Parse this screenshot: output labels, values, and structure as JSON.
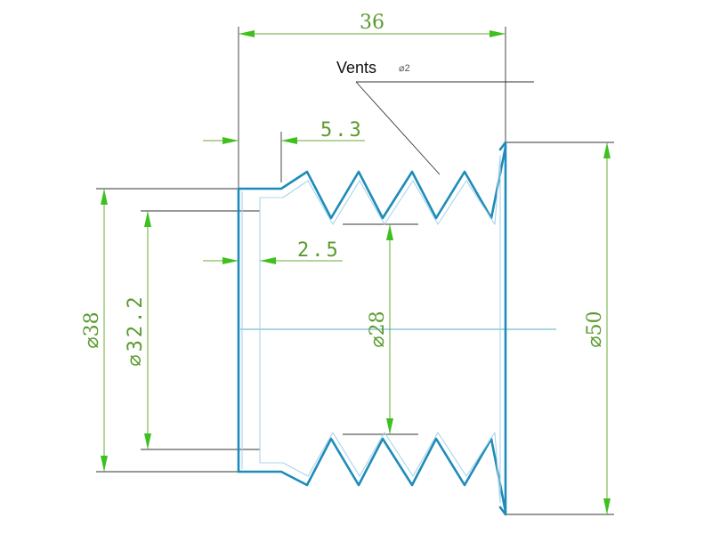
{
  "drawing": {
    "accent_color": "#5a9a2e",
    "part_color": "#1e8bb8",
    "dimensions": {
      "overall_length": "36",
      "flange_offset": "5.3",
      "wall_thickness": "2.5",
      "outer_diameter_small": "⌀38",
      "inner_diameter_small": "⌀32.2",
      "bore_diameter": "⌀28",
      "outer_diameter_large": "⌀50"
    },
    "callout": {
      "label": "Vents",
      "sub": "⌀2"
    }
  }
}
